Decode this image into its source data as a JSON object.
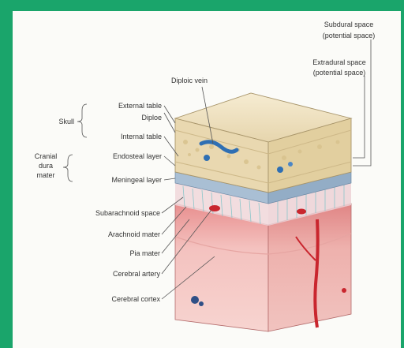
{
  "colors": {
    "frame": "#1aa56b",
    "bone": "#efe3c2",
    "dura_blue": "#9db7cf",
    "vein_blue": "#2f6fb3",
    "brain_pink": "#f2b9b6",
    "artery_red": "#c9262e"
  },
  "labels": {
    "subdural_space": [
      "Subdural space",
      "(potential space)"
    ],
    "extradural_space": [
      "Extradural space",
      "(potential space)"
    ],
    "diploic_vein": "Diploic vein",
    "skull": "Skull",
    "external_table": "External table",
    "diploe": "Diploe",
    "internal_table": "Internal table",
    "cranial_dura_mater": [
      "Cranial",
      "dura",
      "mater"
    ],
    "endosteal_layer": "Endosteal layer",
    "meningeal_layer": "Meningeal layer",
    "subarachnoid_space": "Subarachnoid space",
    "arachnoid_mater": "Arachnoid mater",
    "pia_mater": "Pia mater",
    "cerebral_artery": "Cerebral artery",
    "cerebral_cortex": "Cerebral cortex"
  }
}
